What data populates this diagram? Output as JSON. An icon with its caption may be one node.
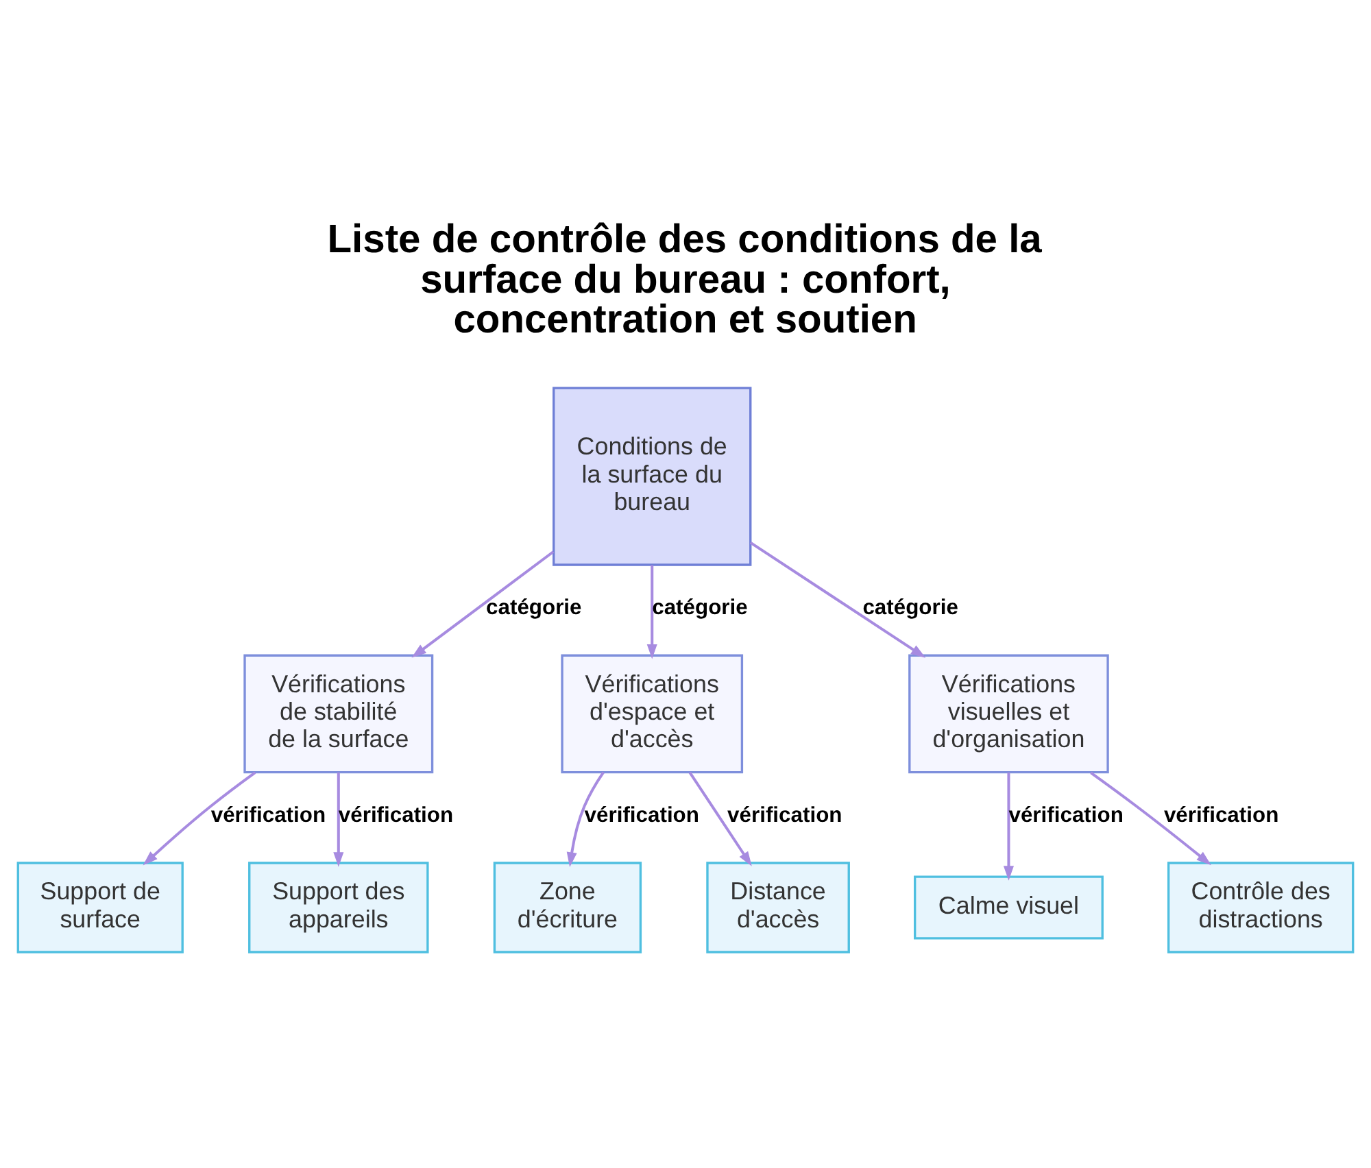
{
  "diagram": {
    "title": "Liste de contrôle des conditions de la surface du bureau : confort, concentration et soutien",
    "nodes": [
      {
        "text": [
          "Conditions de la surface du bureau"
        ]
      },
      {
        "text": [
          "Vérifications de stabilité de la surface"
        ]
      },
      {
        "text": [
          "Vérifications d'espace et d'accès"
        ]
      },
      {
        "text": [
          "Vérifications visuelles et d'organisation"
        ]
      },
      {
        "text": [
          "Support de surface"
        ]
      },
      {
        "text": [
          "Support des appareils"
        ]
      },
      {
        "text": [
          "Zone d'écriture"
        ]
      },
      {
        "text": [
          "Distance d'accès"
        ]
      },
      {
        "text": [
          "Calme visuel"
        ]
      },
      {
        "text": [
          "Contrôle des distractions"
        ]
      }
    ],
    "edges": [
      {
        "from": 0,
        "to": 1,
        "arrow": "to",
        "label": "catégorie"
      },
      {
        "from": 0,
        "to": 2,
        "arrow": "to",
        "label": "catégorie"
      },
      {
        "from": 0,
        "to": 3,
        "arrow": "to",
        "label": "catégorie"
      },
      {
        "from": 1,
        "to": 4,
        "arrow": "to",
        "label": "vérification"
      },
      {
        "from": 1,
        "to": 5,
        "arrow": "to",
        "label": "vérification"
      },
      {
        "from": 2,
        "to": 6,
        "arrow": "to",
        "label": "vérification"
      },
      {
        "from": 2,
        "to": 7,
        "arrow": "to",
        "label": "vérification"
      },
      {
        "from": 3,
        "to": 8,
        "arrow": "to",
        "label": "vérification"
      },
      {
        "from": 3,
        "to": 9,
        "arrow": "to",
        "label": "vérification"
      }
    ]
  }
}
